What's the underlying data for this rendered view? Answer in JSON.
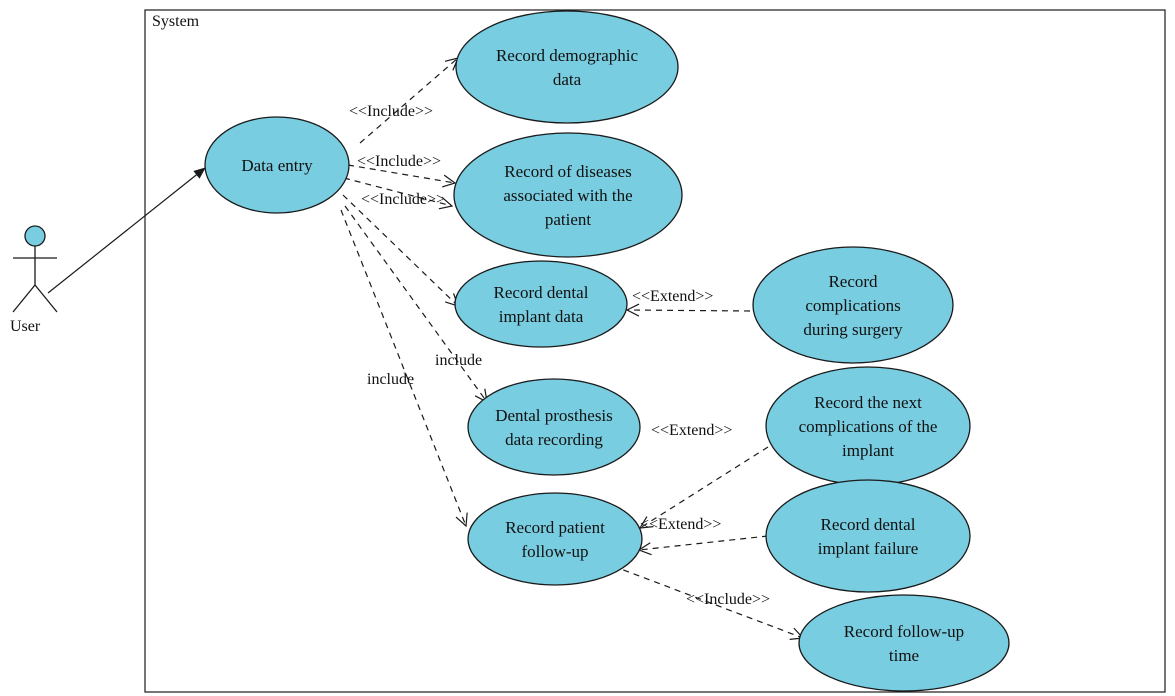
{
  "colors": {
    "usecase_fill": "#79cde0",
    "stroke": "#1a1a1a",
    "background": "#ffffff"
  },
  "system": {
    "label": "System"
  },
  "actor": {
    "label": "User",
    "icon": "stick-figure-actor-icon"
  },
  "use_cases": [
    {
      "id": "data-entry",
      "lines": [
        "Data entry"
      ]
    },
    {
      "id": "record-demographic",
      "lines": [
        "Record demographic",
        "data"
      ]
    },
    {
      "id": "record-diseases",
      "lines": [
        "Record of diseases",
        "associated with the",
        "patient"
      ]
    },
    {
      "id": "record-implant",
      "lines": [
        "Record dental",
        "implant data"
      ]
    },
    {
      "id": "record-complications-surgery",
      "lines": [
        "Record",
        "complications",
        "during surgery"
      ]
    },
    {
      "id": "prosthesis",
      "lines": [
        "Dental prosthesis",
        "data recording"
      ]
    },
    {
      "id": "next-complications",
      "lines": [
        "Record the next",
        "complications of the",
        "implant"
      ]
    },
    {
      "id": "follow-up",
      "lines": [
        "Record patient",
        "follow-up"
      ]
    },
    {
      "id": "implant-failure",
      "lines": [
        "Record dental",
        "implant failure"
      ]
    },
    {
      "id": "follow-up-time",
      "lines": [
        "Record follow-up",
        "time"
      ]
    }
  ],
  "relations": [
    {
      "id": "rel-user-dataentry",
      "from": "actor",
      "to": "data-entry",
      "kind": "association",
      "label": ""
    },
    {
      "id": "rel-include-demographic",
      "from": "data-entry",
      "to": "record-demographic",
      "kind": "dependency",
      "label": "<<Include>>"
    },
    {
      "id": "rel-include-diseases-a",
      "from": "data-entry",
      "to": "record-diseases",
      "kind": "dependency",
      "label": "<<Include>>"
    },
    {
      "id": "rel-include-diseases-b",
      "from": "data-entry",
      "to": "record-diseases",
      "kind": "dependency",
      "label": "<<Include>>"
    },
    {
      "id": "rel-include-implant",
      "from": "data-entry",
      "to": "record-implant",
      "kind": "dependency",
      "label": ""
    },
    {
      "id": "rel-include-prosthesis",
      "from": "data-entry",
      "to": "prosthesis",
      "kind": "dependency",
      "label": "include"
    },
    {
      "id": "rel-include-followup",
      "from": "data-entry",
      "to": "follow-up",
      "kind": "dependency",
      "label": "include"
    },
    {
      "id": "rel-extend-surgery",
      "from": "record-complications-surgery",
      "to": "record-implant",
      "kind": "dependency",
      "label": "<<Extend>>"
    },
    {
      "id": "rel-extend-prosthesis",
      "from": "next-complications",
      "to": "prosthesis",
      "kind": "label-only",
      "label": "<<Extend>>"
    },
    {
      "id": "rel-extend-next",
      "from": "next-complications",
      "to": "follow-up",
      "kind": "dependency",
      "label": "<<Extend>>"
    },
    {
      "id": "rel-extend-failure",
      "from": "implant-failure",
      "to": "follow-up",
      "kind": "dependency",
      "label": ""
    },
    {
      "id": "rel-include-time",
      "from": "follow-up",
      "to": "follow-up-time",
      "kind": "dependency",
      "label": "<<Include>>"
    }
  ]
}
